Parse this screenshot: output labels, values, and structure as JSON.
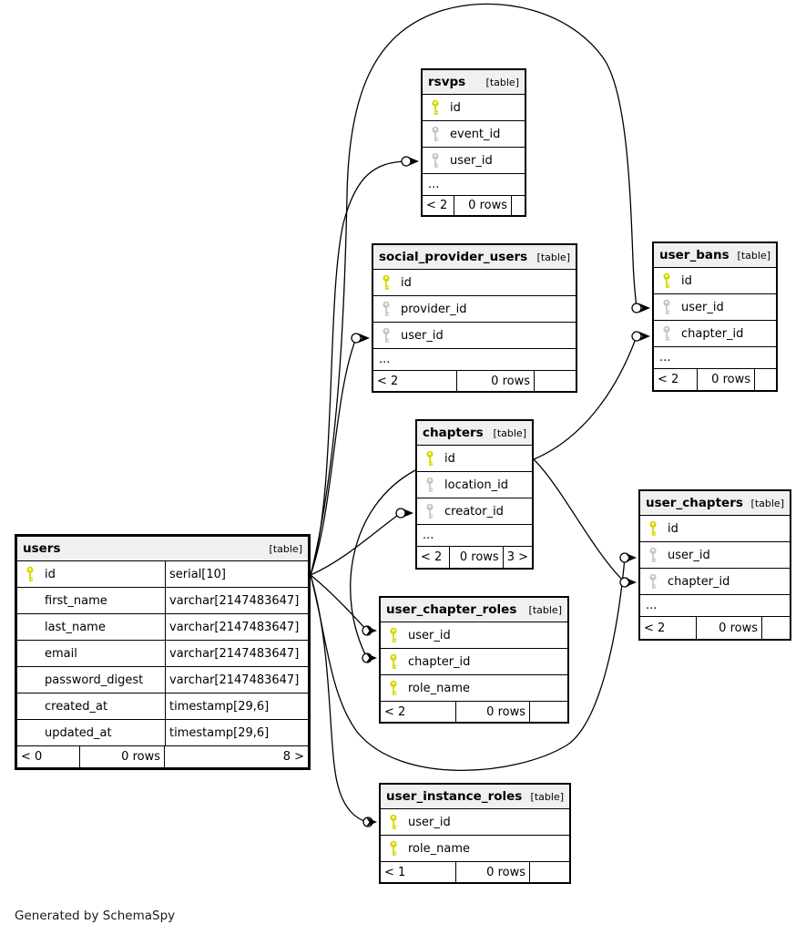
{
  "page": {
    "footnote": "Generated by SchemaSpy"
  },
  "colors": {
    "primary_key": "#d8d800",
    "foreign_key": "#c6c6c6",
    "header_bg": "#f0f0f0",
    "border": "#000000"
  },
  "tables": {
    "rsvps": {
      "name": "rsvps",
      "tag": "[table]",
      "columns": [
        {
          "label": "id",
          "key": "primary"
        },
        {
          "label": "event_id",
          "key": "foreign"
        },
        {
          "label": "user_id",
          "key": "foreign"
        }
      ],
      "more": "...",
      "footer": {
        "parents": "< 2",
        "rows": "0 rows",
        "children": ""
      }
    },
    "social_provider_users": {
      "name": "social_provider_users",
      "tag": "[table]",
      "columns": [
        {
          "label": "id",
          "key": "primary"
        },
        {
          "label": "provider_id",
          "key": "foreign"
        },
        {
          "label": "user_id",
          "key": "foreign"
        }
      ],
      "more": "...",
      "footer": {
        "parents": "< 2",
        "rows": "0 rows",
        "children": ""
      }
    },
    "user_bans": {
      "name": "user_bans",
      "tag": "[table]",
      "columns": [
        {
          "label": "id",
          "key": "primary"
        },
        {
          "label": "user_id",
          "key": "foreign"
        },
        {
          "label": "chapter_id",
          "key": "foreign"
        }
      ],
      "more": "...",
      "footer": {
        "parents": "< 2",
        "rows": "0 rows",
        "children": ""
      }
    },
    "chapters": {
      "name": "chapters",
      "tag": "[table]",
      "columns": [
        {
          "label": "id",
          "key": "primary"
        },
        {
          "label": "location_id",
          "key": "foreign"
        },
        {
          "label": "creator_id",
          "key": "foreign"
        }
      ],
      "more": "...",
      "footer": {
        "parents": "< 2",
        "rows": "0 rows",
        "children": "3 >"
      }
    },
    "user_chapters": {
      "name": "user_chapters",
      "tag": "[table]",
      "columns": [
        {
          "label": "id",
          "key": "primary"
        },
        {
          "label": "user_id",
          "key": "foreign"
        },
        {
          "label": "chapter_id",
          "key": "foreign"
        }
      ],
      "more": "...",
      "footer": {
        "parents": "< 2",
        "rows": "0 rows",
        "children": ""
      }
    },
    "users": {
      "name": "users",
      "tag": "[table]",
      "columns": [
        {
          "label": "id",
          "type": "serial[10]",
          "key": "primary"
        },
        {
          "label": "first_name",
          "type": "varchar[2147483647]"
        },
        {
          "label": "last_name",
          "type": "varchar[2147483647]"
        },
        {
          "label": "email",
          "type": "varchar[2147483647]"
        },
        {
          "label": "password_digest",
          "type": "varchar[2147483647]"
        },
        {
          "label": "created_at",
          "type": "timestamp[29,6]"
        },
        {
          "label": "updated_at",
          "type": "timestamp[29,6]"
        }
      ],
      "footer": {
        "parents": "< 0",
        "rows": "0 rows",
        "children": "8 >"
      }
    },
    "user_chapter_roles": {
      "name": "user_chapter_roles",
      "tag": "[table]",
      "columns": [
        {
          "label": "user_id",
          "key": "primary"
        },
        {
          "label": "chapter_id",
          "key": "primary"
        },
        {
          "label": "role_name",
          "key": "primary"
        }
      ],
      "footer": {
        "parents": "< 2",
        "rows": "0 rows",
        "children": ""
      }
    },
    "user_instance_roles": {
      "name": "user_instance_roles",
      "tag": "[table]",
      "columns": [
        {
          "label": "user_id",
          "key": "primary"
        },
        {
          "label": "role_name",
          "key": "primary"
        }
      ],
      "footer": {
        "parents": "< 1",
        "rows": "0 rows",
        "children": ""
      }
    }
  },
  "edges": [
    {
      "from": "users.id",
      "to": "rsvps.user_id"
    },
    {
      "from": "users.id",
      "to": "social_provider_users.user_id"
    },
    {
      "from": "users.id",
      "to": "user_bans.user_id"
    },
    {
      "from": "users.id",
      "to": "chapters.creator_id"
    },
    {
      "from": "users.id",
      "to": "user_chapters.user_id"
    },
    {
      "from": "users.id",
      "to": "user_chapter_roles.user_id"
    },
    {
      "from": "users.id",
      "to": "user_instance_roles.user_id"
    },
    {
      "from": "chapters.id",
      "to": "user_bans.chapter_id"
    },
    {
      "from": "chapters.id",
      "to": "user_chapters.chapter_id"
    },
    {
      "from": "chapters.id",
      "to": "user_chapter_roles.chapter_id"
    }
  ]
}
